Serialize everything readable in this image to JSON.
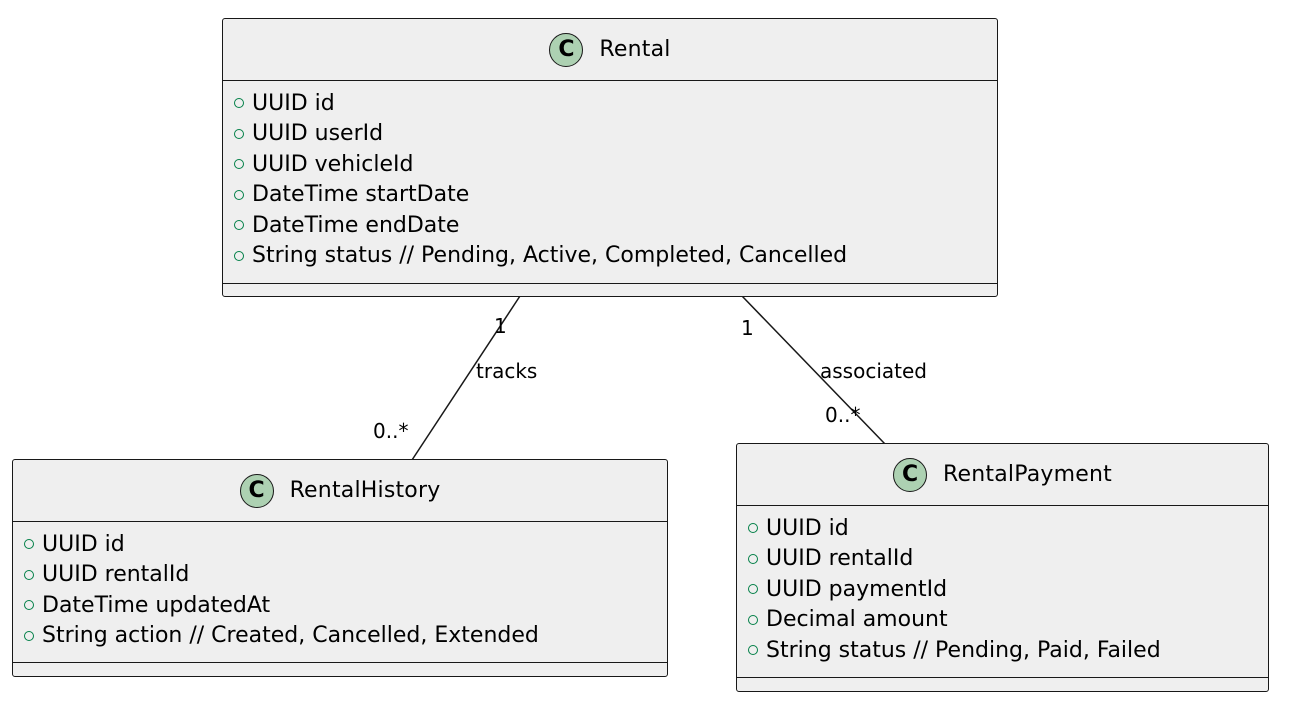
{
  "classes": {
    "rental": {
      "icon": "C",
      "name": "Rental",
      "attributes": [
        "UUID id",
        "UUID userId",
        "UUID vehicleId",
        "DateTime startDate",
        "DateTime endDate",
        "String status // Pending, Active, Completed, Cancelled"
      ]
    },
    "rental_history": {
      "icon": "C",
      "name": "RentalHistory",
      "attributes": [
        "UUID id",
        "UUID rentalId",
        "DateTime updatedAt",
        "String action // Created, Cancelled, Extended"
      ]
    },
    "rental_payment": {
      "icon": "C",
      "name": "RentalPayment",
      "attributes": [
        "UUID id",
        "UUID rentalId",
        "UUID paymentId",
        "Decimal amount",
        "String status // Pending, Paid, Failed"
      ]
    }
  },
  "associations": {
    "tracks": {
      "label": "tracks",
      "source_multiplicity": "1",
      "target_multiplicity": "0..*"
    },
    "associated": {
      "label": "associated",
      "source_multiplicity": "1",
      "target_multiplicity": "0..*"
    }
  },
  "colors": {
    "box_fill": "#efefef",
    "border": "#181818",
    "class_icon_fill": "#ADD1B2",
    "visibility_marker": "#038048"
  }
}
